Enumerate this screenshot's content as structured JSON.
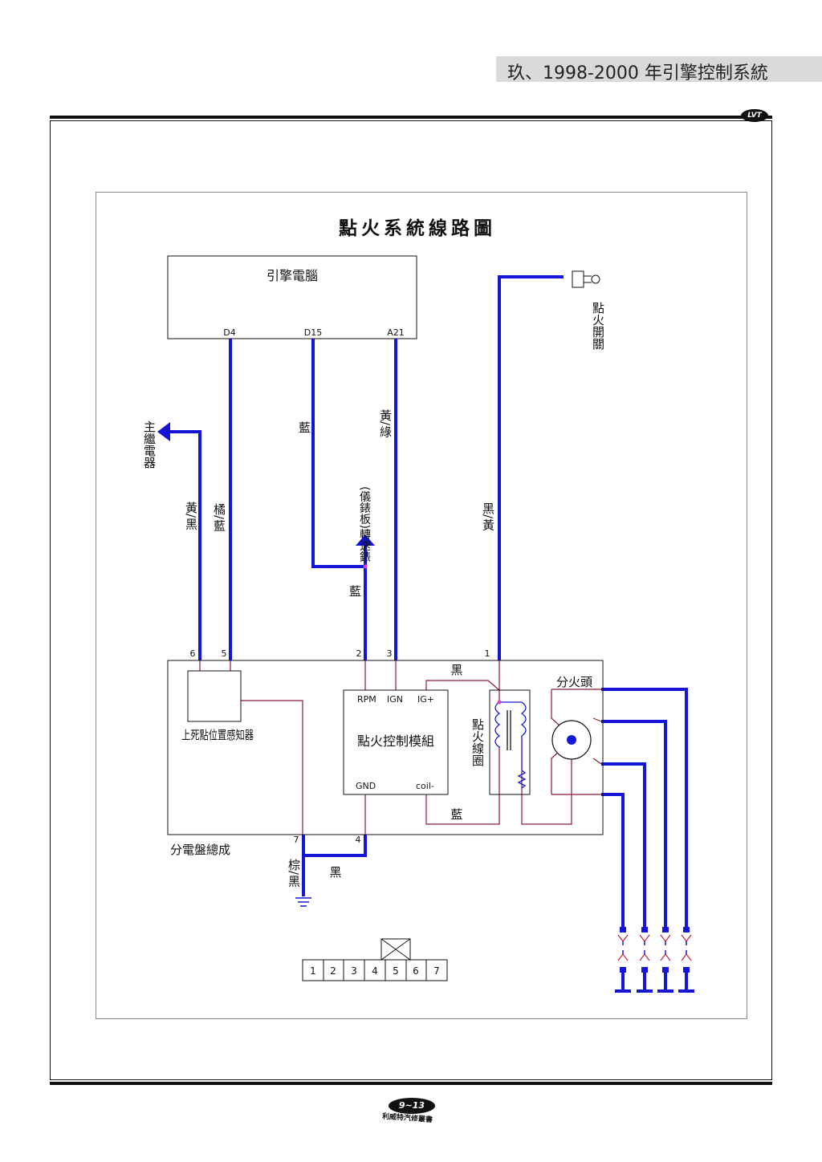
{
  "header": {
    "section_title": "玖、1998-2000 年引擎控制系統"
  },
  "logo_text": "LVT",
  "diagram": {
    "title": "點火系統線路圖",
    "ecu": {
      "name": "引擎電腦",
      "pins": [
        "D4",
        "D15",
        "A21"
      ]
    },
    "ignition_switch": "點火開關",
    "main_relay": "主繼電器",
    "instrument_panel": "(儀錶板)轉速錶",
    "wires": {
      "yellow_black": "黃/黑",
      "orange_blue": "橘/藍",
      "blue_upper": "藍",
      "blue_lower": "藍",
      "yellow_green": "黃/綠",
      "black_yellow": "黑/黃",
      "black_top": "黑",
      "blue_bottom": "藍",
      "brown_black": "棕/黑",
      "black_ground": "黑"
    },
    "distributor": {
      "name": "分電盤總成",
      "pins": [
        "6",
        "5",
        "2",
        "3",
        "1",
        "7",
        "4"
      ],
      "tdc_sensor": "上死點位置感知器",
      "module": {
        "name": "點火控制模組",
        "terminals": [
          "RPM",
          "IGN",
          "IG+",
          "GND",
          "coil-"
        ]
      },
      "coil": "點火線圈",
      "rotor": "分火頭"
    },
    "connector_pins": [
      "1",
      "2",
      "3",
      "4",
      "5",
      "6",
      "7"
    ],
    "colors": {
      "wire_blue": "#1515d8",
      "wire_thin": "#8b1a3a",
      "outline": "#111111"
    }
  },
  "footer": {
    "page_number": "9~13",
    "publisher": "利威特汽修叢書"
  }
}
